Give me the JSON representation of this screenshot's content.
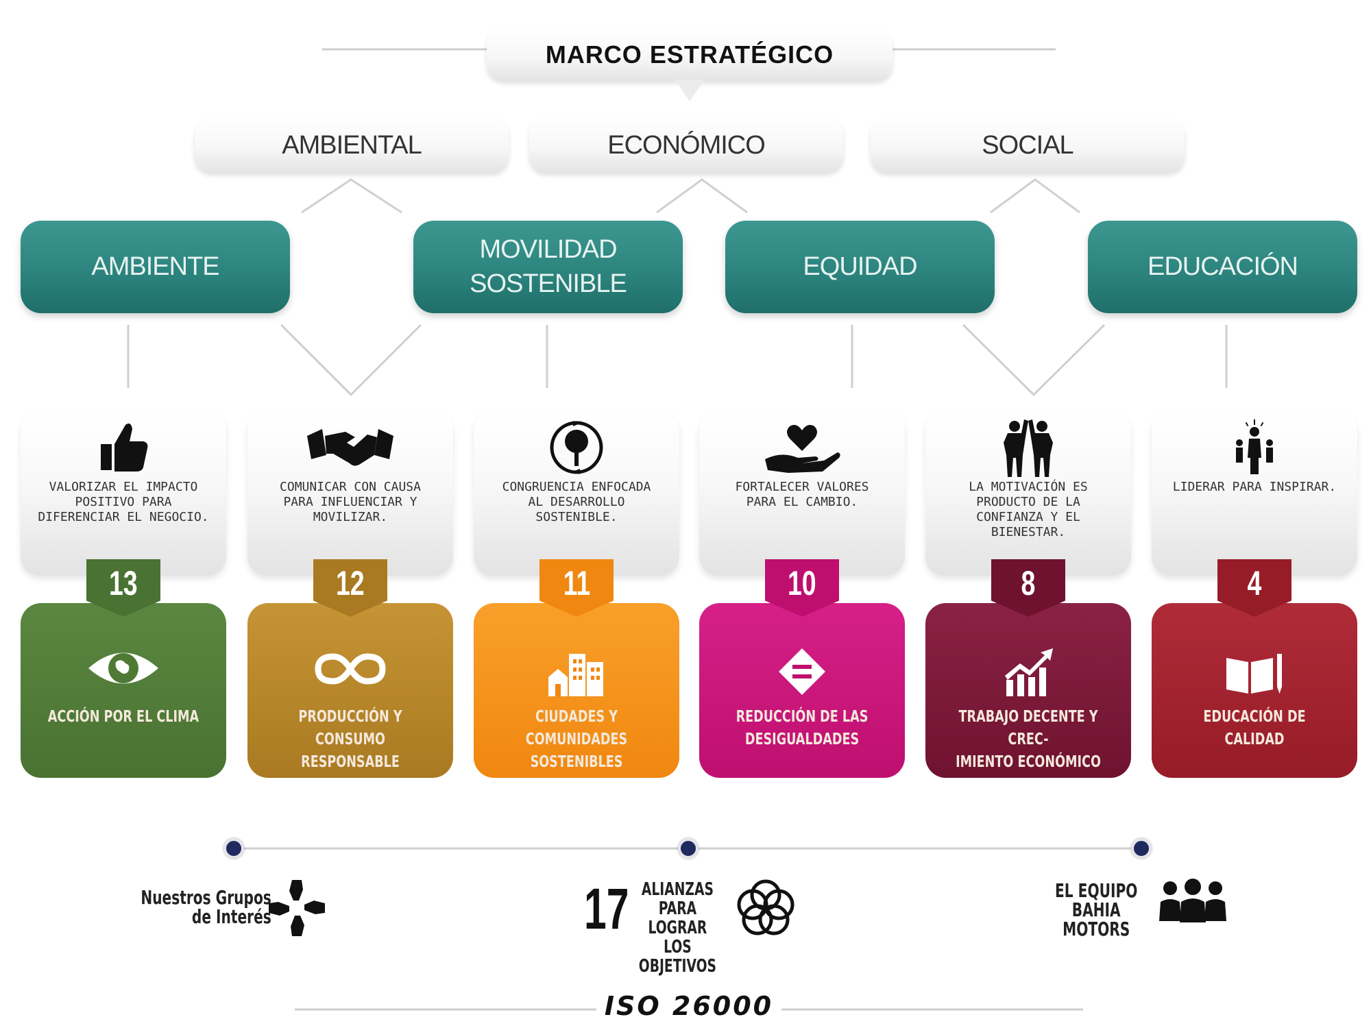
{
  "title": "MARCO ESTRATÉGICO",
  "pillars": [
    "AMBIENTAL",
    "ECONÓMICO",
    "SOCIAL"
  ],
  "themes": [
    {
      "line1": "AMBIENTE",
      "line2": ""
    },
    {
      "line1": "MOVILIDAD",
      "line2": "SOSTENIBLE"
    },
    {
      "line1": "EQUIDAD",
      "line2": ""
    },
    {
      "line1": "EDUCACIÓN",
      "line2": ""
    }
  ],
  "cards": [
    {
      "icon": "thumbs-up-icon",
      "lines": [
        "VALORIZAR EL IMPACTO",
        "POSITIVO PARA",
        "DIFERENCIAR EL NEGOCIO."
      ]
    },
    {
      "icon": "handshake-icon",
      "lines": [
        "COMUNICAR CON CAUSA",
        "PARA INFLUENCIAR Y",
        "MOVILIZAR."
      ]
    },
    {
      "icon": "tree-cycle-icon",
      "lines": [
        "CONGRUENCIA ENFOCADA",
        "AL DESARROLLO",
        "SOSTENIBLE."
      ]
    },
    {
      "icon": "heart-hand-icon",
      "lines": [
        "FORTALECER  VALORES",
        "PARA EL CAMBIO."
      ]
    },
    {
      "icon": "high-five-icon",
      "lines": [
        "LA MOTIVACIÓN ES",
        "PRODUCTO DE LA",
        "CONFIANZA Y EL",
        "BIENESTAR."
      ]
    },
    {
      "icon": "leader-icon",
      "lines": [
        "LIDERAR PARA INSPIRAR."
      ]
    }
  ],
  "sdgs": [
    {
      "number": "13",
      "label1": "ACCIÓN POR EL CLIMA",
      "label2": "",
      "icon": "eye-globe-icon",
      "color": "#4f7a36"
    },
    {
      "number": "12",
      "label1": "PRODUCCIÓN Y CONSUMO",
      "label2": "RESPONSABLE",
      "icon": "infinity-icon",
      "color": "#b8872a"
    },
    {
      "number": "11",
      "label1": "CIUDADES Y COMUNIDADES",
      "label2": "SOSTENIBLES",
      "icon": "city-icon",
      "color": "#f59218"
    },
    {
      "number": "10",
      "label1": "REDUCCIÓN DE LAS",
      "label2": "DESIGUALDADES",
      "icon": "equality-icon",
      "color": "#cc167a"
    },
    {
      "number": "8",
      "label1": "TRABAJO DECENTE Y CREC-",
      "label2": "IMIENTO ECONÓMICO",
      "icon": "growth-chart-icon",
      "color": "#7d1a3a"
    },
    {
      "number": "4",
      "label1": "EDUCACIÓN DE CALIDAD",
      "label2": "",
      "icon": "book-pencil-icon",
      "color": "#a3232f"
    }
  ],
  "bottom": {
    "left": {
      "line1": "Nuestros Grupos",
      "line2": "de Interés",
      "icon": "hands-circle-icon"
    },
    "center": {
      "number": "17",
      "line1": "ALIANZAS",
      "line2": "PARA LOGRAR",
      "line3": "LOS OBJETIVOS",
      "icon": "rings-icon"
    },
    "right": {
      "line1": "EL EQUIPO",
      "line2": "BAHIA MOTORS",
      "icon": "team-icon"
    }
  },
  "footer": "ISO 26000",
  "colors": {
    "teal": "#2e8680",
    "navy_dot": "#1f2b5e"
  }
}
